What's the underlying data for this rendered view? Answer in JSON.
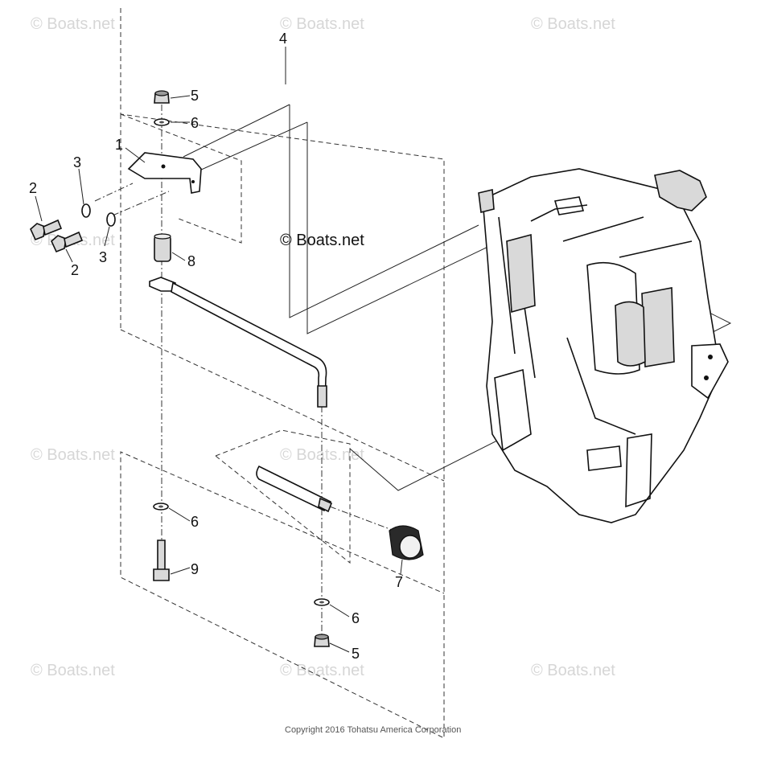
{
  "watermark_text": "© Boats.net",
  "watermark_main": "© Boats.net",
  "copyright": "Copyright 2016 Tohatsu America Corporation",
  "callouts": {
    "c1": "1",
    "c2a": "2",
    "c2b": "2",
    "c3a": "3",
    "c3b": "3",
    "c4": "4",
    "c5a": "5",
    "c5b": "5",
    "c6a": "6",
    "c6b": "6",
    "c6c": "6",
    "c7": "7",
    "c8": "8",
    "c9": "9"
  }
}
